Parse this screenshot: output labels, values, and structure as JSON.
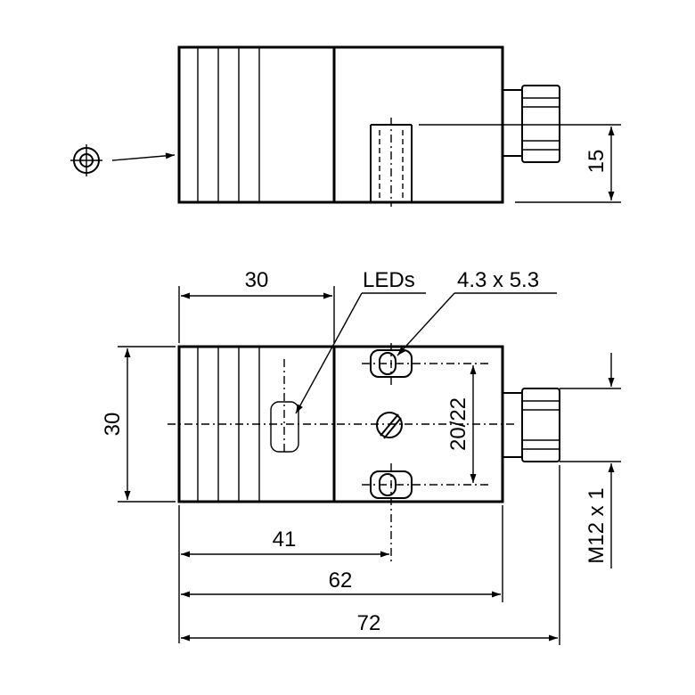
{
  "labels": {
    "leds": "LEDs",
    "hole": "4.3 x 5.3",
    "thread": "M12 x 1"
  },
  "dimensions": {
    "height_top": "15",
    "width_30": "30",
    "height_30": "30",
    "spacing": "20/22",
    "d41": "41",
    "d62": "62",
    "d72": "72"
  }
}
